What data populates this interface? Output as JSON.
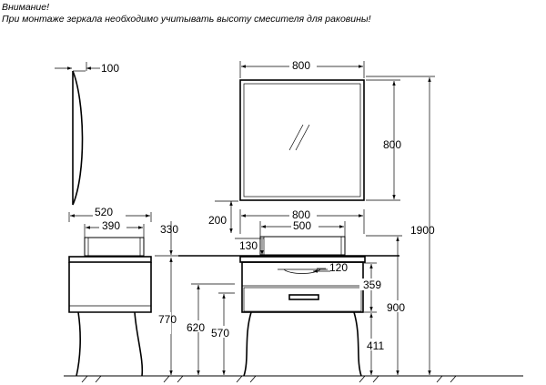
{
  "notice": {
    "title": "Внимание!",
    "text": "При монтаже зеркала необходимо учитывать высоту смесителя для раковины!"
  },
  "dimensions": {
    "mirror_depth": "100",
    "mirror_width": "800",
    "mirror_height": "800",
    "total_height": "1900",
    "side_depth": "520",
    "side_sink_depth": "390",
    "side_gap": "330",
    "side_height": "770",
    "front_width": "800",
    "sink_width": "500",
    "mirror_gap": "200",
    "basin_depth": "130",
    "drain_width": "120",
    "drawer_height": "359",
    "cabinet_height": "900",
    "drain_height_outer": "620",
    "drain_height_inner": "570",
    "leg_height": "411"
  }
}
